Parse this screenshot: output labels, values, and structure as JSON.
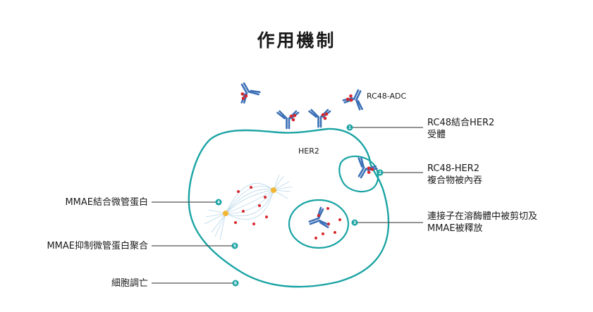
{
  "title": "作用機制",
  "labels": {
    "adc": "RC48-ADC",
    "her2": "HER2"
  },
  "steps": [
    {
      "num": "1",
      "lines": [
        "RC48結合HER2",
        "受體"
      ]
    },
    {
      "num": "2",
      "lines": [
        "RC48-HER2",
        "複合物被內吞"
      ]
    },
    {
      "num": "3",
      "lines": [
        "連接子在溶酶體中被剪切及",
        "MMAE被釋放"
      ]
    },
    {
      "num": "4",
      "lines": [
        "MMAE結合微管蛋白"
      ]
    },
    {
      "num": "5",
      "lines": [
        "MMAE抑制微管蛋白聚合"
      ]
    },
    {
      "num": "6",
      "lines": [
        "細胞調亡"
      ]
    }
  ],
  "colors": {
    "teal": "#1aa3a3",
    "line": "#555555",
    "antibody": "#3b6fb6",
    "payload": "#d9262c",
    "centrosome": "#f2b632"
  }
}
